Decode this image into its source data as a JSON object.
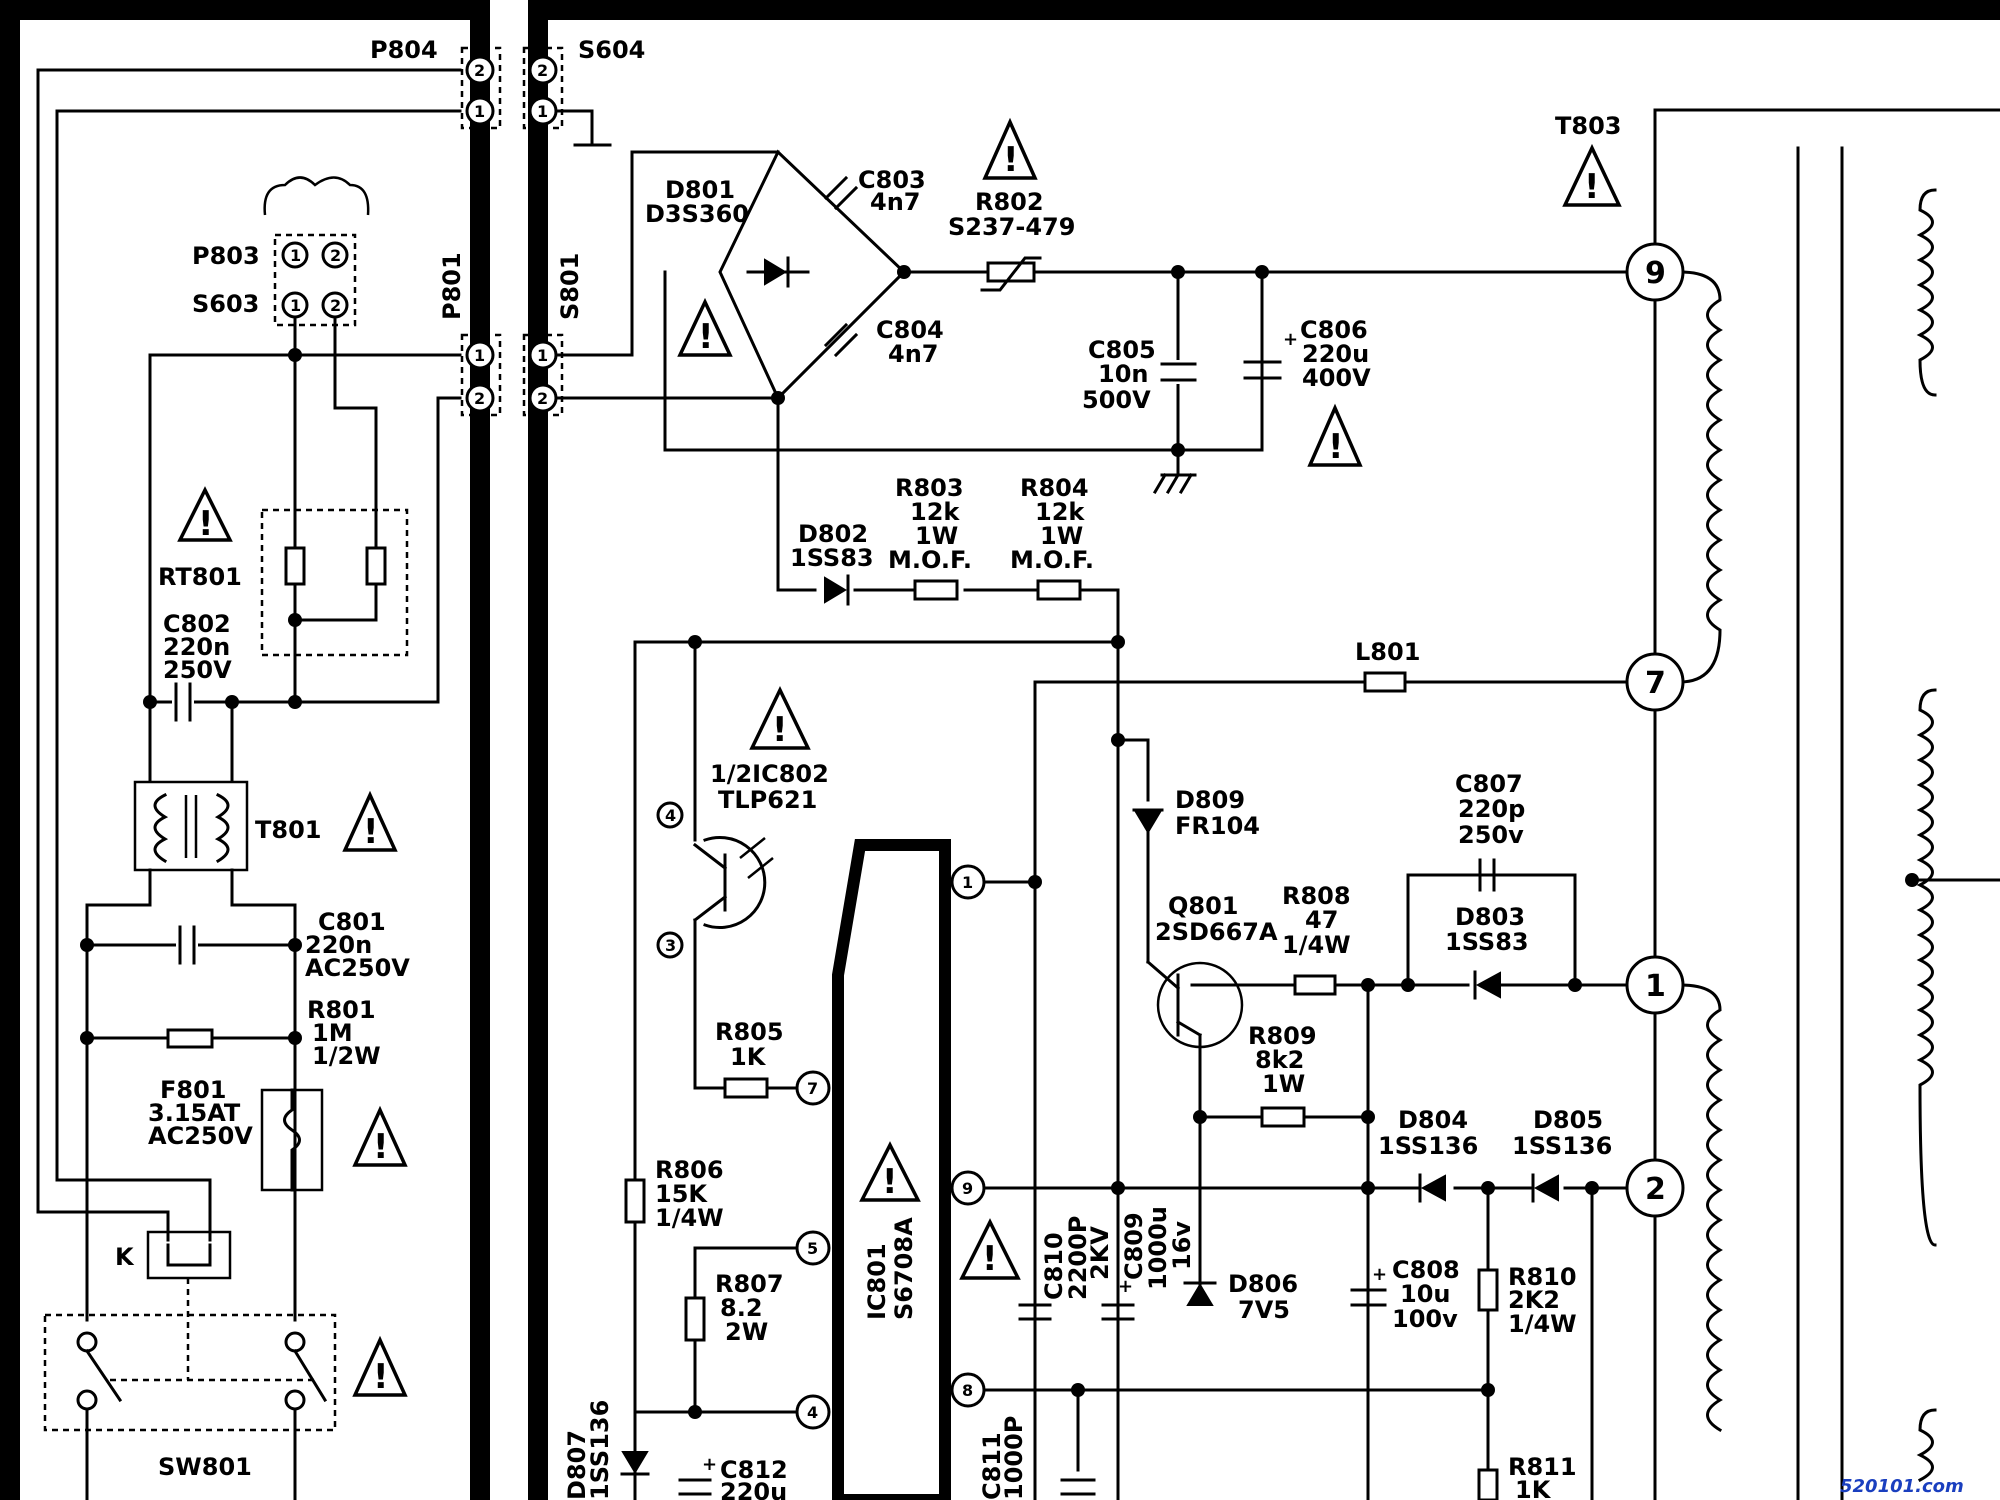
{
  "connectors": {
    "p804": "P804",
    "s604": "S604",
    "p803": "P803",
    "s603": "S603",
    "p801": "P801",
    "s801": "S801",
    "pin1": "1",
    "pin2": "2"
  },
  "components": {
    "d801": "D801",
    "d801_part": "D3S360",
    "c803": "C803",
    "c803_val": "4n7",
    "c804": "C804",
    "c804_val": "4n7",
    "r802": "R802",
    "r802_val": "S237-479",
    "c805": "C805",
    "c805_val": "10n",
    "c805_volt": "500V",
    "c806": "C806",
    "c806_val": "220u",
    "c806_volt": "400V",
    "t803": "T803",
    "r803": "R803",
    "r803_val": "12k",
    "r803_pow": "1W",
    "r803_type": "M.O.F.",
    "r804": "R804",
    "r804_val": "12k",
    "r804_pow": "1W",
    "r804_type": "M.O.F.",
    "d802": "D802",
    "d802_part": "1SS83",
    "l801": "L801",
    "rt801": "RT801",
    "c802": "C802",
    "c802_val": "220n",
    "c802_volt": "250V",
    "t801": "T801",
    "ic802": "1/2IC802",
    "ic802_part": "TLP621",
    "c801": "C801",
    "c801_val": "220n",
    "c801_volt": "AC250V",
    "r801": "R801",
    "r801_val": "1M",
    "r801_pow": "1/2W",
    "f801": "F801",
    "f801_val": "3.15AT",
    "f801_volt": "AC250V",
    "k": "K",
    "sw801": "SW801",
    "d809": "D809",
    "d809_part": "FR104",
    "c807": "C807",
    "c807_val": "220p",
    "c807_volt": "250v",
    "q801": "Q801",
    "q801_part": "2SD667A",
    "r808": "R808",
    "r808_val": "47",
    "r808_pow": "1/4W",
    "d803": "D803",
    "d803_part": "1SS83",
    "r805": "R805",
    "r805_val": "1K",
    "r809": "R809",
    "r809_val": "8k2",
    "r809_pow": "1W",
    "d804": "D804",
    "d804_part": "1SS136",
    "d805": "D805",
    "d805_part": "1SS136",
    "r806": "R806",
    "r806_val": "15K",
    "r806_pow": "1/4W",
    "r807": "R807",
    "r807_val": "8.2",
    "r807_pow": "2W",
    "ic801": "IC801",
    "ic801_part": "S6708A",
    "c810": "C810",
    "c810_val": "2200P",
    "c810_volt": "2KV",
    "c809": "C809",
    "c809_val": "1000u",
    "c809_volt": "16v",
    "d806": "D806",
    "d806_val": "7V5",
    "c808": "C808",
    "c808_val": "10u",
    "c808_volt": "100v",
    "r810": "R810",
    "r810_val": "2K2",
    "r810_pow": "1/4W",
    "d807": "D807",
    "d807_part": "1SS136",
    "c812": "C812",
    "c812_val": "220u",
    "c811": "C811",
    "c811_val": "1000P",
    "r811": "R811",
    "r811_val": "1K"
  },
  "pins": {
    "ic801": [
      "1",
      "7",
      "9",
      "5",
      "4",
      "8"
    ],
    "ic802": [
      "4",
      "3"
    ],
    "t803": [
      "9",
      "7",
      "1",
      "2"
    ]
  },
  "watermark": "520101.com",
  "colors": {
    "ink": "#000000",
    "paper": "#ffffff",
    "watermark": "#1a3fbf"
  }
}
